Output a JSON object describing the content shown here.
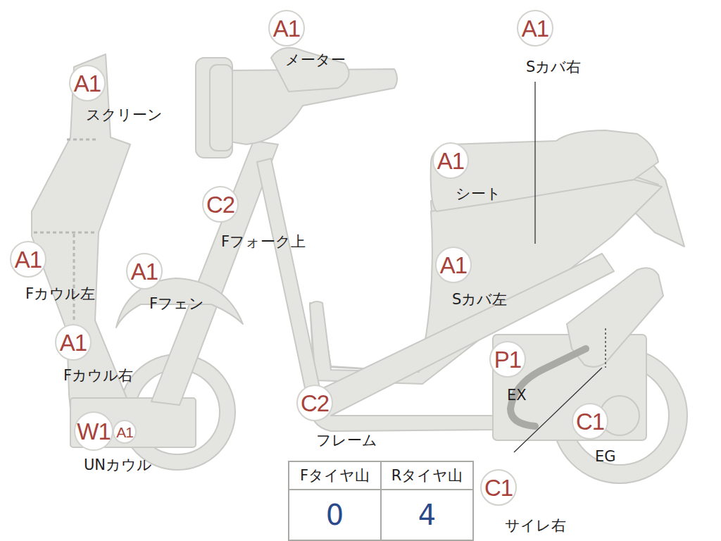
{
  "diagram": {
    "nodes": [
      {
        "text": [
          "A1",
          "メーター"
        ]
      },
      {
        "text": [
          "A1",
          "Sカバ右"
        ]
      },
      {
        "text": [
          "A1",
          "スクリーン"
        ]
      },
      {
        "text": [
          "A1",
          "シート"
        ]
      },
      {
        "text": [
          "C2",
          "Fフォーク上"
        ]
      },
      {
        "text": [
          "A1",
          "Fカウル左"
        ]
      },
      {
        "text": [
          "A1",
          "Fフェン"
        ]
      },
      {
        "text": [
          "A1",
          "Sカバ左"
        ]
      },
      {
        "text": [
          "A1",
          "Fカウル右"
        ]
      },
      {
        "text": [
          "P1",
          "EX"
        ]
      },
      {
        "text": [
          "C2",
          "フレーム"
        ]
      },
      {
        "text": [
          "C1",
          "EG"
        ]
      },
      {
        "text": [
          "W1",
          "UNカウル"
        ]
      },
      {
        "text": [
          "A1"
        ]
      },
      {
        "text": [
          "C1",
          "サイレ右"
        ]
      }
    ],
    "labels": [
      "Fタイヤ山",
      "Rタイヤ山",
      "0",
      "4"
    ]
  }
}
